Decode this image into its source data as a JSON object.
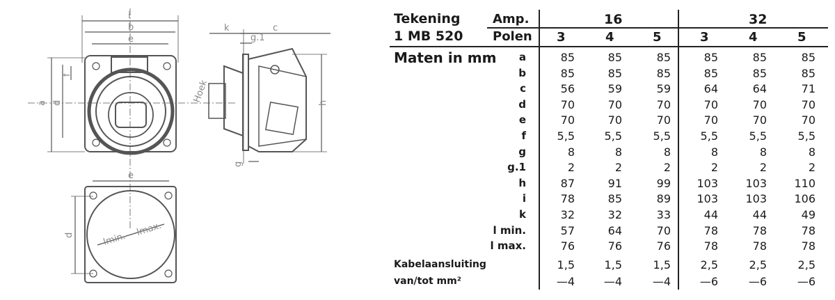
{
  "table": {
    "label_tekening": "Tekening",
    "label_model": "1 MB 520",
    "label_amp": "Amp.",
    "label_polen": "Polen",
    "label_maten": "Maten in mm",
    "amp_groups": [
      "16",
      "32"
    ],
    "poles": [
      "3",
      "4",
      "5",
      "3",
      "4",
      "5"
    ],
    "rows": [
      {
        "label": "a",
        "values": [
          "85",
          "85",
          "85",
          "85",
          "85",
          "85"
        ]
      },
      {
        "label": "b",
        "values": [
          "85",
          "85",
          "85",
          "85",
          "85",
          "85"
        ]
      },
      {
        "label": "c",
        "values": [
          "56",
          "59",
          "59",
          "64",
          "64",
          "71"
        ]
      },
      {
        "label": "d",
        "values": [
          "70",
          "70",
          "70",
          "70",
          "70",
          "70"
        ]
      },
      {
        "label": "e",
        "values": [
          "70",
          "70",
          "70",
          "70",
          "70",
          "70"
        ]
      },
      {
        "label": "f",
        "values": [
          "5,5",
          "5,5",
          "5,5",
          "5,5",
          "5,5",
          "5,5"
        ]
      },
      {
        "label": "g",
        "values": [
          "8",
          "8",
          "8",
          "8",
          "8",
          "8"
        ]
      },
      {
        "label": "g.1",
        "values": [
          "2",
          "2",
          "2",
          "2",
          "2",
          "2"
        ]
      },
      {
        "label": "h",
        "values": [
          "87",
          "91",
          "99",
          "103",
          "103",
          "110"
        ]
      },
      {
        "label": "i",
        "values": [
          "78",
          "85",
          "89",
          "103",
          "103",
          "106"
        ]
      },
      {
        "label": "k",
        "values": [
          "32",
          "32",
          "33",
          "44",
          "44",
          "49"
        ]
      },
      {
        "label": "l min.",
        "values": [
          "57",
          "64",
          "70",
          "78",
          "78",
          "78"
        ]
      },
      {
        "label": "l max.",
        "values": [
          "76",
          "76",
          "76",
          "78",
          "78",
          "78"
        ]
      }
    ],
    "footer_label_1": "Kabelaansluiting",
    "footer_label_2": "van/tot mm²",
    "footer_row_1": [
      "1,5",
      "1,5",
      "1,5",
      "2,5",
      "2,5",
      "2,5"
    ],
    "footer_row_2": [
      "—4",
      "—4",
      "—4",
      "—6",
      "—6",
      "—6"
    ]
  },
  "drawing_labels": {
    "i": "i",
    "b": "b",
    "e": "e",
    "k": "k",
    "g1": "g.1",
    "c": "c",
    "a": "a",
    "d": "d",
    "f": "f",
    "hoek": "Hoek",
    "h": "h",
    "g": "g",
    "e_bottom": "e",
    "d_bottom": "d",
    "lmin": "lmin.",
    "lmax": "lmax."
  }
}
